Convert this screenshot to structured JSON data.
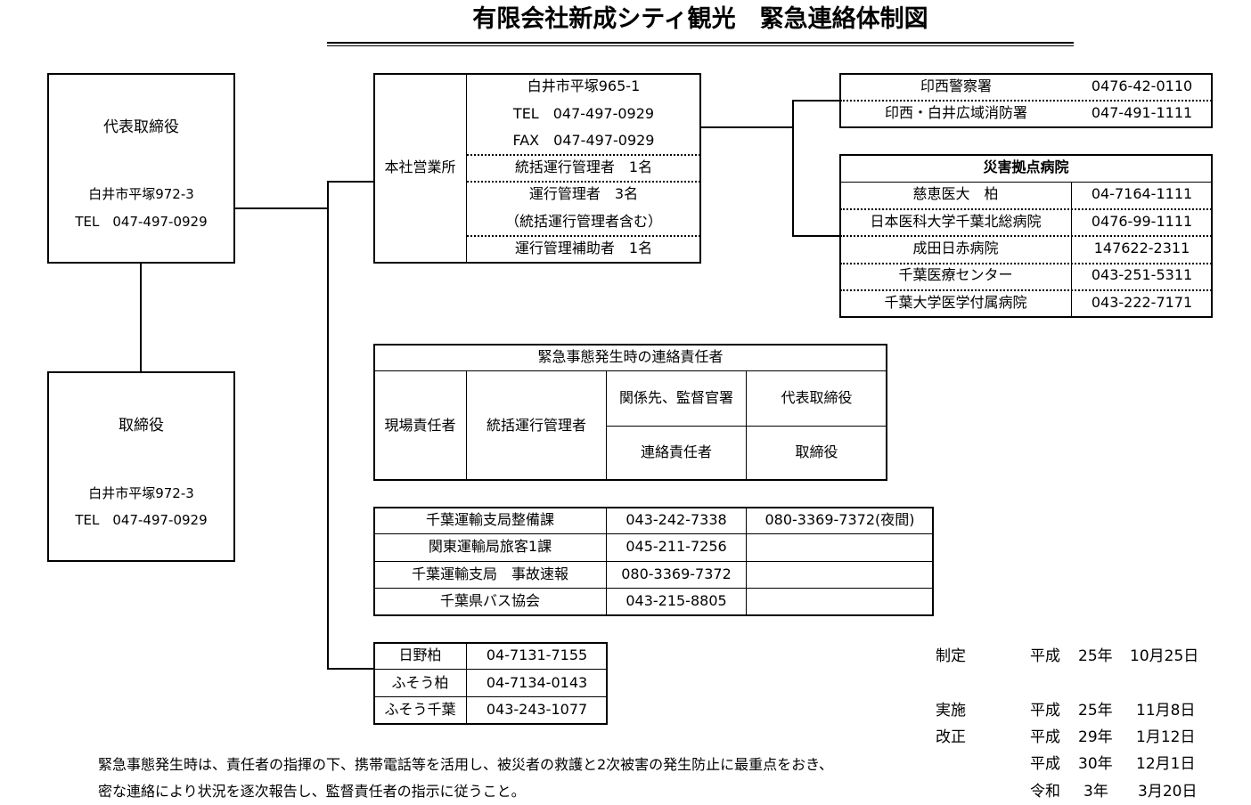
{
  "title": "有限会社新成シティ観光　緊急連絡体制図",
  "president": {
    "role": "代表取締役",
    "address": "白井市平塚972-3",
    "tel": "TEL　047-497-0929"
  },
  "director": {
    "role": "取締役",
    "address": "白井市平塚972-3",
    "tel": "TEL　047-497-0929"
  },
  "head_office": {
    "label": "本社営業所",
    "address": "白井市平塚965-1",
    "tel": "TEL　047-497-0929",
    "fax": "FAX　047-497-0929",
    "general_manager": "統括運行管理者　1名",
    "managers": "運行管理者　3名",
    "managers_note": "（統括運行管理者含む）",
    "assistant": "運行管理補助者　1名"
  },
  "police_fire": [
    {
      "name": "印西警察署",
      "tel": "0476-42-0110"
    },
    {
      "name": "印西・白井広域消防署",
      "tel": "047-491-1111"
    }
  ],
  "hospitals": {
    "header": "災害拠点病院",
    "rows": [
      {
        "name": "慈恵医大　柏",
        "tel": "04-7164-1111"
      },
      {
        "name": "日本医科大学千葉北総病院",
        "tel": "0476-99-1111"
      },
      {
        "name": "成田日赤病院",
        "tel": "147622-2311"
      },
      {
        "name": "千葉医療センター",
        "tel": "043-251-5311"
      },
      {
        "name": "千葉大学医学付属病院",
        "tel": "043-222-7171"
      }
    ]
  },
  "responsibility": {
    "header": "緊急事態発生時の連絡責任者",
    "site": "現場責任者",
    "general": "統括運行管理者",
    "relations": "関係先、監督官署",
    "contact": "連絡責任者",
    "president": "代表取締役",
    "director": "取締役"
  },
  "authorities": [
    {
      "name": "千葉運輸支局整備課",
      "tel": "043-242-7338",
      "extra": "080-3369-7372(夜間)"
    },
    {
      "name": "関東運輸局旅客1課",
      "tel": "045-211-7256",
      "extra": ""
    },
    {
      "name": "千葉運輸支局　事故速報",
      "tel": "080-3369-7372",
      "extra": ""
    },
    {
      "name": "千葉県バス協会",
      "tel": "043-215-8805",
      "extra": ""
    }
  ],
  "dealers": [
    {
      "name": "日野柏",
      "tel": "04-7131-7155"
    },
    {
      "name": "ふそう柏",
      "tel": "04-7134-0143"
    },
    {
      "name": "ふそう千葉",
      "tel": "043-243-1077"
    }
  ],
  "history": [
    {
      "label": "制定",
      "era": "平成",
      "year": "25年",
      "date": "10月25日"
    },
    {
      "label": "実施",
      "era": "平成",
      "year": "25年",
      "date": "11月8日"
    },
    {
      "label": "改正",
      "era": "平成",
      "year": "29年",
      "date": "1月12日"
    },
    {
      "label": "",
      "era": "平成",
      "year": "30年",
      "date": "12月1日"
    },
    {
      "label": "",
      "era": "令和",
      "year": "3年",
      "date": "3月20日"
    }
  ],
  "notes": [
    "緊急事態発生時は、責任者の指揮の下、携帯電話等を活用し、被災者の救護と2次被害の発生防止に最重点をおき、",
    "密な連絡により状況を逐次報告し、監督責任者の指示に従うこと。"
  ]
}
